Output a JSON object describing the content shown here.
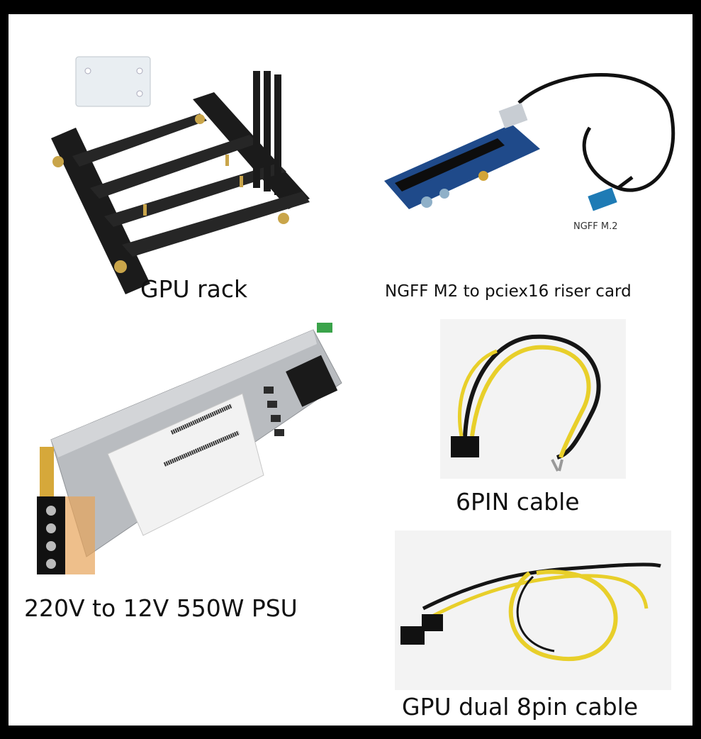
{
  "captions": {
    "gpu_rack": "GPU rack",
    "riser_card": "NGFF M2 to pciex16 riser card",
    "riser_tag": "NGFF M.2",
    "psu": "220V to 12V 550W PSU",
    "six_pin": "6PIN cable",
    "dual_8pin": "GPU dual 8pin cable"
  },
  "colors": {
    "frame": "#000000",
    "panel": "#ffffff",
    "rack": "#1b1b1b",
    "brass": "#c9a54a",
    "pcb": "#1f4a8a",
    "psu_metal": "#b9bcc0",
    "wire_yellow": "#e8cf2a",
    "wire_black": "#151515"
  }
}
